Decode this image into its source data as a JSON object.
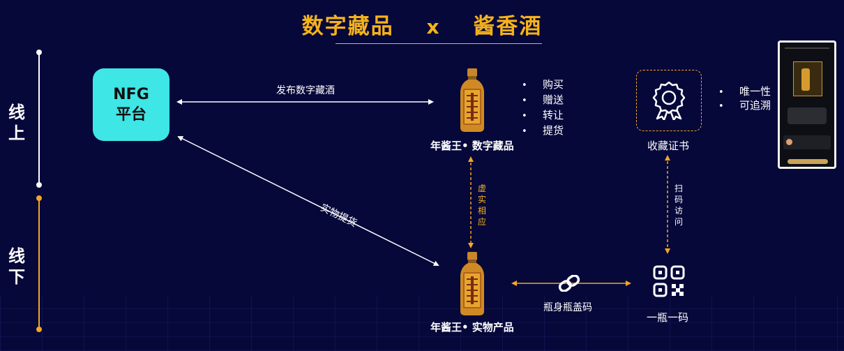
{
  "title": {
    "left": "数字藏品",
    "x": "x",
    "right": "酱香酒"
  },
  "timeline": {
    "online": "线上",
    "offline": "线下"
  },
  "nfg": {
    "line1": "NFG",
    "line2": "平台"
  },
  "arrows": {
    "publish": "发布数字藏酒",
    "pickup": "实物提货",
    "virtual_real": "虚实相应",
    "scan_visit": "扫码访问",
    "bottle_code": "瓶身瓶盖码"
  },
  "digital_product": {
    "label": "年酱王• 数字藏品",
    "actions": [
      "购买",
      "赠送",
      "转让",
      "提货"
    ]
  },
  "physical_product": {
    "label": "年酱王• 实物产品"
  },
  "certificate": {
    "label": "收藏证书",
    "features": [
      "唯一性",
      "可追溯"
    ]
  },
  "qrcode": {
    "label": "一瓶一码"
  },
  "icons": {
    "certificate": "award-icon",
    "link": "link-icon",
    "qr": "qr-code-icon",
    "bottle": "liquor-bottle-icon"
  },
  "colors": {
    "background": "#06083a",
    "accent": "#f6b21a",
    "platform": "#3fe6e6"
  }
}
